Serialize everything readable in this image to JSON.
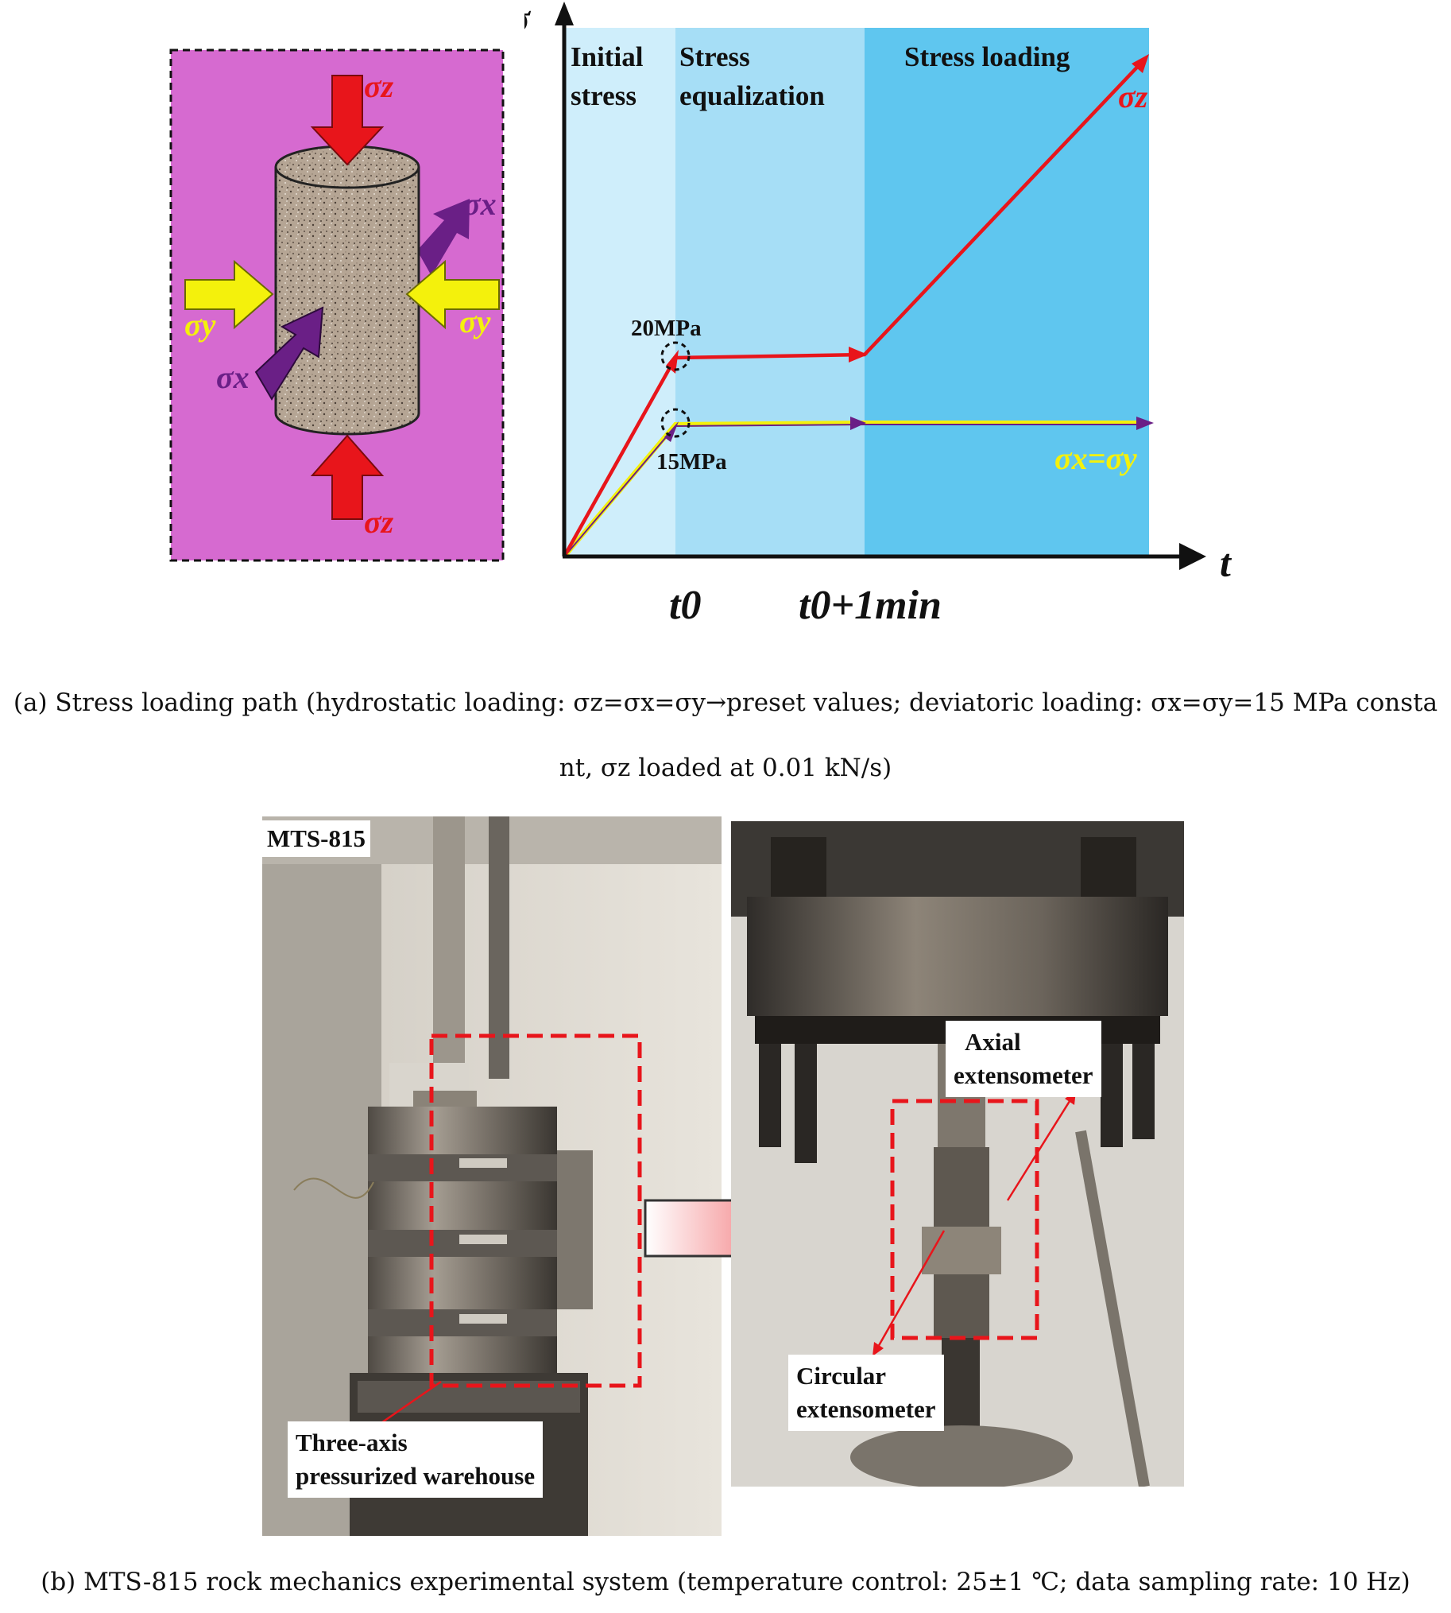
{
  "panel_a": {
    "specimen": {
      "sigma_z_top": "σz",
      "sigma_z_bottom": "σz",
      "sigma_x_back": "σx",
      "sigma_x_front": "σx",
      "sigma_y_left": "σy",
      "sigma_y_right": "σy"
    },
    "graph": {
      "y_axis_label": "σ",
      "x_axis_label": "t",
      "tick_t0": "t0",
      "tick_t0_1min": "t0+1min",
      "phase_initial": [
        "Initial",
        "stress"
      ],
      "phase_equalization": [
        "Stress",
        "equalization"
      ],
      "phase_loading": "Stress loading",
      "curve_sigma_z": "σz",
      "curve_sigma_xy": "σx=σy",
      "annotation_20": "20MPa",
      "annotation_15": "15MPa"
    },
    "colors": {
      "specimen_bg": "#d66ad0",
      "phase1": "#cfeefb",
      "phase2": "#a6def6",
      "phase3": "#5fc6ef",
      "red": "#e8151b",
      "yellow": "#f4f10c",
      "purple": "#6a1f86"
    },
    "caption_line1": "(a)  Stress loading path (hydrostatic loading: σz=σx=σy→preset values; deviatoric loading: σx=σy=15  MPa consta",
    "caption_line2": "nt, σz loaded at 0.01 kN/s)"
  },
  "panel_b": {
    "machine_label": "MTS-815",
    "label_warehouse": [
      "Three-axis",
      "pressurized warehouse"
    ],
    "label_axial": [
      "Axial",
      "extensometer"
    ],
    "label_circular": [
      "Circular",
      "extensometer"
    ],
    "caption": "(b) MTS-815 rock mechanics experimental system (temperature control: 25±1 ℃; data sampling rate: 10 Hz)"
  }
}
